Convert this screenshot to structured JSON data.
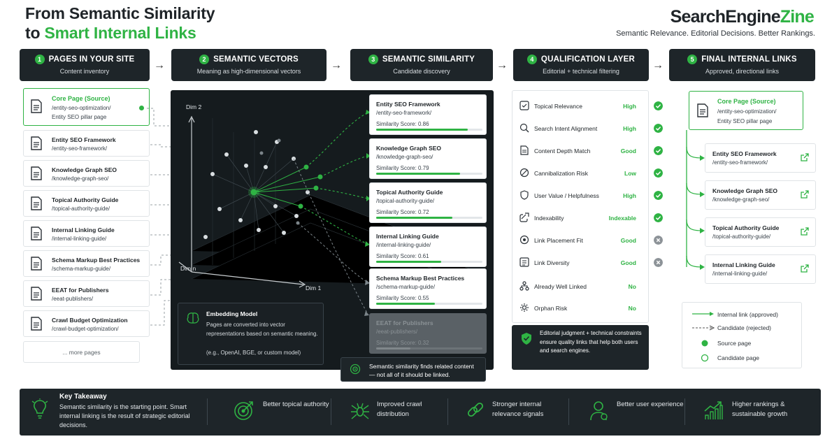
{
  "header": {
    "title_line1": "From Semantic Similarity",
    "title_line2_prefix": "to ",
    "title_line2_highlight": "Smart Internal Links",
    "brand_main": "SearchEngine",
    "brand_accent": "Zine",
    "tagline": "Semantic Relevance. Editorial Decisions. Better Rankings."
  },
  "steps": [
    {
      "num": "1",
      "title": "PAGES IN YOUR SITE",
      "sub": "Content inventory"
    },
    {
      "num": "2",
      "title": "SEMANTIC VECTORS",
      "sub": "Meaning as high-dimensional vectors"
    },
    {
      "num": "3",
      "title": "SEMANTIC SIMILARITY",
      "sub": "Candidate discovery"
    },
    {
      "num": "4",
      "title": "QUALIFICATION LAYER",
      "sub": "Editorial + technical filtering"
    },
    {
      "num": "5",
      "title": "FINAL INTERNAL LINKS",
      "sub": "Approved, directional links"
    }
  ],
  "pages": {
    "core": {
      "title": "Core Page (Source)",
      "url": "/entity-seo-optimization/",
      "desc": "Entity SEO pillar page"
    },
    "items": [
      {
        "title": "Entity SEO Framework",
        "url": "/entity-seo-framework/"
      },
      {
        "title": "Knowledge Graph SEO",
        "url": "/knowledge-graph-seo/"
      },
      {
        "title": "Topical Authority Guide",
        "url": "/topical-authority-guide/"
      },
      {
        "title": "Internal Linking Guide",
        "url": "/internal-linking-guide/"
      },
      {
        "title": "Schema Markup Best Practices",
        "url": "/schema-markup-guide/"
      },
      {
        "title": "EEAT for Publishers",
        "url": "/eeat-publishers/"
      },
      {
        "title": "Crawl Budget Optimization",
        "url": "/crawl-budget-optimization/"
      }
    ],
    "more": "... more pages"
  },
  "vectors": {
    "axis_y": "Dim 2",
    "axis_x": "Dim 1",
    "axis_z": "Dim n",
    "embed_title": "Embedding Model",
    "embed_body": "Pages are converted into vector representations based on semantic meaning.",
    "embed_example": "(e.g., OpenAI, BGE, or custom model)"
  },
  "similarity": {
    "candidates": [
      {
        "title": "Entity SEO Framework",
        "url": "/entity-seo-framework/",
        "score_label": "Similarity Score: 0.86",
        "score": 0.86
      },
      {
        "title": "Knowledge Graph SEO",
        "url": "/knowledge-graph-seo/",
        "score_label": "Similarity Score: 0.79",
        "score": 0.79
      },
      {
        "title": "Topical Authority Guide",
        "url": "/topical-authority-guide/",
        "score_label": "Similarity Score: 0.72",
        "score": 0.72
      },
      {
        "title": "Internal Linking Guide",
        "url": "/internal-linking-guide/",
        "score_label": "Similarity Score: 0.61",
        "score": 0.61
      },
      {
        "title": "Schema Markup Best Practices",
        "url": "/schema-markup-guide/",
        "score_label": "Similarity Score: 0.55",
        "score": 0.55
      },
      {
        "title": "EEAT for Publishers",
        "url": "/eeat-publishers/",
        "score_label": "Similarity Score: 0.32",
        "score": 0.32
      }
    ],
    "note": "Semantic similarity finds related content — not all of it should be linked."
  },
  "qualification": {
    "rows": [
      {
        "label": "Topical Relevance",
        "value": "High",
        "status": "ok",
        "icon": "checklist-icon"
      },
      {
        "label": "Search Intent Alignment",
        "value": "High",
        "status": "ok",
        "icon": "search-icon"
      },
      {
        "label": "Content Depth Match",
        "value": "Good",
        "status": "ok",
        "icon": "document-icon"
      },
      {
        "label": "Cannibalization Risk",
        "value": "Low",
        "status": "ok",
        "icon": "blocked-icon"
      },
      {
        "label": "User Value / Helpfulness",
        "value": "High",
        "status": "ok",
        "icon": "shield-icon"
      },
      {
        "label": "Indexability",
        "value": "Indexable",
        "status": "ok",
        "icon": "link-icon"
      },
      {
        "label": "Link Placement Fit",
        "value": "Good",
        "status": "no",
        "icon": "target-icon"
      },
      {
        "label": "Link Diversity",
        "value": "Good",
        "status": "no",
        "icon": "list-icon"
      },
      {
        "label": "Already Well Linked",
        "value": "No",
        "status": "none",
        "icon": "hierarchy-icon"
      },
      {
        "label": "Orphan Risk",
        "value": "No",
        "status": "none",
        "icon": "gear-icon"
      }
    ],
    "note": "Editorial judgment + technical constraints ensure quality links that help both users and search engines."
  },
  "final": {
    "core": {
      "title": "Core Page (Source)",
      "url": "/entity-seo-optimization/",
      "desc": "Entity SEO pillar page"
    },
    "links": [
      {
        "title": "Entity SEO Framework",
        "url": "/entity-seo-framework/"
      },
      {
        "title": "Knowledge Graph SEO",
        "url": "/knowledge-graph-seo/"
      },
      {
        "title": "Topical Authority Guide",
        "url": "/topical-authority-guide/"
      },
      {
        "title": "Internal Linking Guide",
        "url": "/internal-linking-guide/"
      }
    ],
    "legend": {
      "approved": "Internal link (approved)",
      "rejected": "Candidate (rejected)",
      "source": "Source page",
      "candidate": "Candidate page"
    }
  },
  "takeaway": {
    "title": "Key Takeaway",
    "body": "Semantic similarity is the starting point. Smart internal linking is the result of strategic editorial decisions.",
    "benefits": [
      {
        "text": "Better topical authority",
        "icon": "target-icon"
      },
      {
        "text": "Improved crawl distribution",
        "icon": "spider-icon"
      },
      {
        "text": "Stronger internal relevance signals",
        "icon": "chain-link-icon"
      },
      {
        "text": "Better user experience",
        "icon": "user-icon"
      },
      {
        "text": "Higher rankings & sustainable growth",
        "icon": "growth-chart-icon"
      }
    ]
  },
  "colors": {
    "accent": "#2fb344",
    "dark": "#1e2529",
    "panel": "#151b1e"
  }
}
